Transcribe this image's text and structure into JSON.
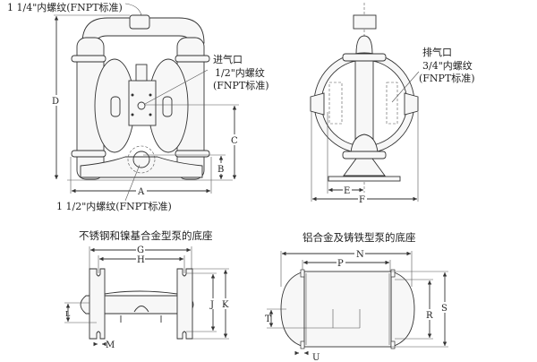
{
  "front_view": {
    "outlet_label": "1 1/4\"内螺纹(FNPT标准)",
    "air_inlet": {
      "title": "进气口",
      "size": "1/2\"内螺纹",
      "standard": "(FNPT标准)"
    },
    "inlet_label": "1 1/2\"内螺纹(FNPT标准)",
    "dims": {
      "a": "A",
      "b": "B",
      "c": "C",
      "d": "D"
    }
  },
  "side_view": {
    "exhaust": {
      "title": "排气口",
      "size": "3/4\"内螺纹",
      "standard": "(FNPT标准)"
    },
    "dims": {
      "e": "E",
      "f": "F"
    }
  },
  "base_stainless": {
    "title": "不锈钢和镍基合金型泵的底座",
    "dims": {
      "g": "G",
      "h": "H",
      "j": "J",
      "k": "K",
      "l": "L",
      "m": "M"
    }
  },
  "base_aluminum": {
    "title": "铝合金及铸铁型泵的底座",
    "dims": {
      "n": "N",
      "p": "P",
      "r": "R",
      "s": "S",
      "t": "T",
      "u": "U"
    }
  }
}
